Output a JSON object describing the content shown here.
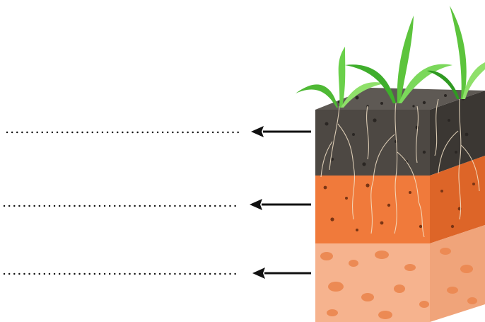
{
  "diagram": {
    "layers": [
      {
        "id": "topsoil",
        "label": "",
        "color": "#4d4843"
      },
      {
        "id": "subsoil",
        "label": "",
        "color": "#f07a3b"
      },
      {
        "id": "parent-material",
        "label": "",
        "color": "#f6b38e"
      }
    ],
    "plant_color": "#5cc43c",
    "root_color": "#f4e3c8",
    "arrow_color": "#000000"
  }
}
